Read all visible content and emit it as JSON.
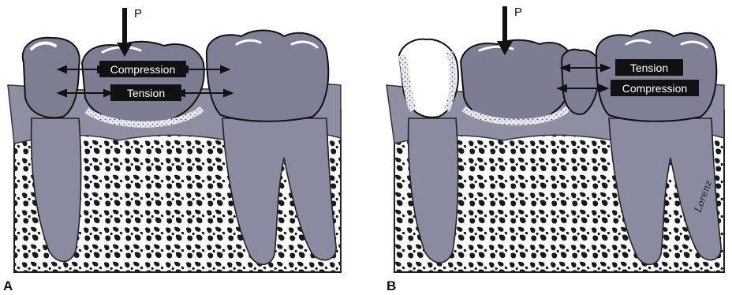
{
  "panels": [
    {
      "label": "A",
      "force": "P",
      "annotations": {
        "compression": "Compression",
        "tension": "Tension"
      }
    },
    {
      "label": "B",
      "force": "P",
      "annotations": {
        "tension": "Tension",
        "compression": "Compression"
      }
    }
  ],
  "signature": "Lorenz"
}
